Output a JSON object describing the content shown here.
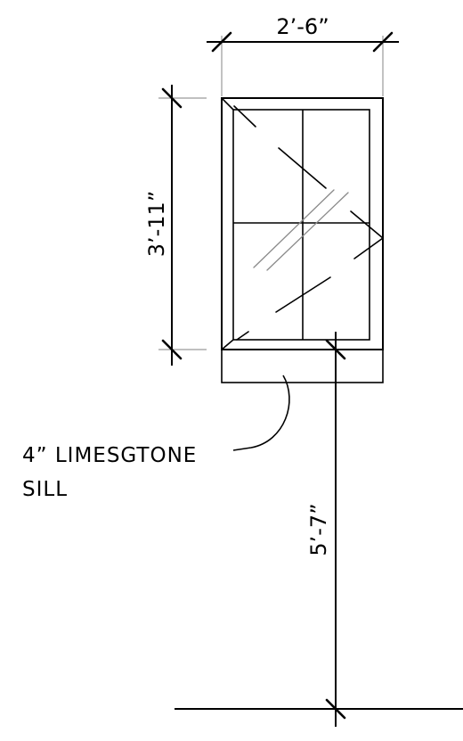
{
  "dimensions": {
    "window_width": "2’-6”",
    "window_height": "3’-11”",
    "sill_height": "5’-7”"
  },
  "note": {
    "line1": "4” LIMESGTONE",
    "line2": "SILL"
  }
}
